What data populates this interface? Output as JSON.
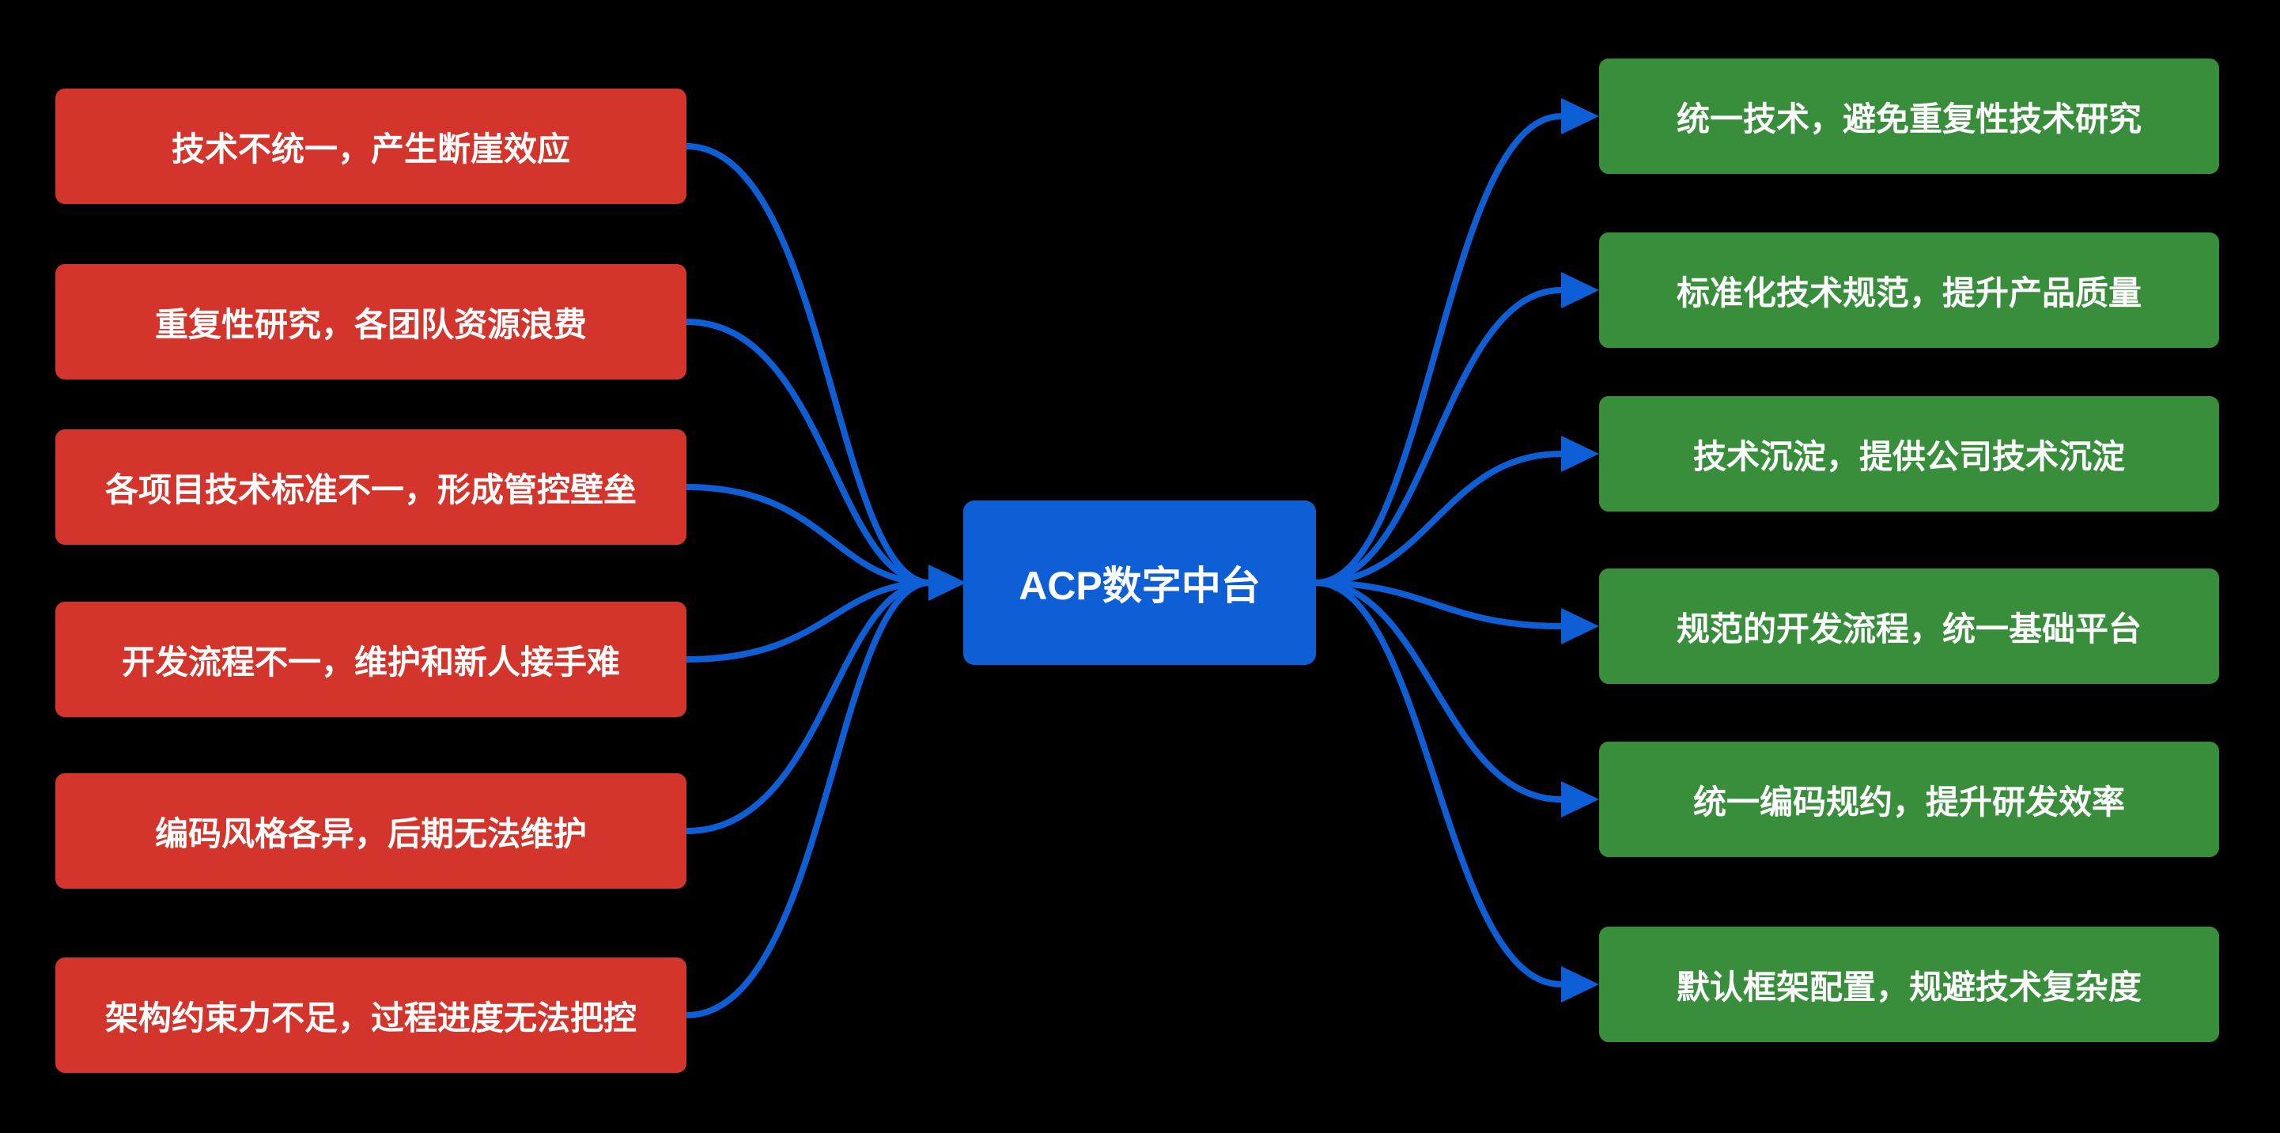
{
  "diagram": {
    "background": "#000000",
    "text_color": "#ffffff",
    "connector_color": "#0e5ed6",
    "center": {
      "label": "ACP数字中台",
      "color": "#0e5ed6"
    },
    "left_group": {
      "color": "#d3342b",
      "nodes": [
        {
          "label": "技术不统一，产生断崖效应"
        },
        {
          "label": "重复性研究，各团队资源浪费"
        },
        {
          "label": "各项目技术标准不一，形成管控壁垒"
        },
        {
          "label": "开发流程不一，维护和新人接手难"
        },
        {
          "label": "编码风格各异，后期无法维护"
        },
        {
          "label": "架构约束力不足，过程进度无法把控"
        }
      ]
    },
    "right_group": {
      "color": "#398e3c",
      "nodes": [
        {
          "label": "统一技术，避免重复性技术研究"
        },
        {
          "label": "标准化技术规范，提升产品质量"
        },
        {
          "label": "技术沉淀，提供公司技术沉淀"
        },
        {
          "label": "规范的开发流程，统一基础平台"
        },
        {
          "label": "统一编码规约，提升研发效率"
        },
        {
          "label": "默认框架配置，规避技术复杂度"
        }
      ]
    }
  }
}
